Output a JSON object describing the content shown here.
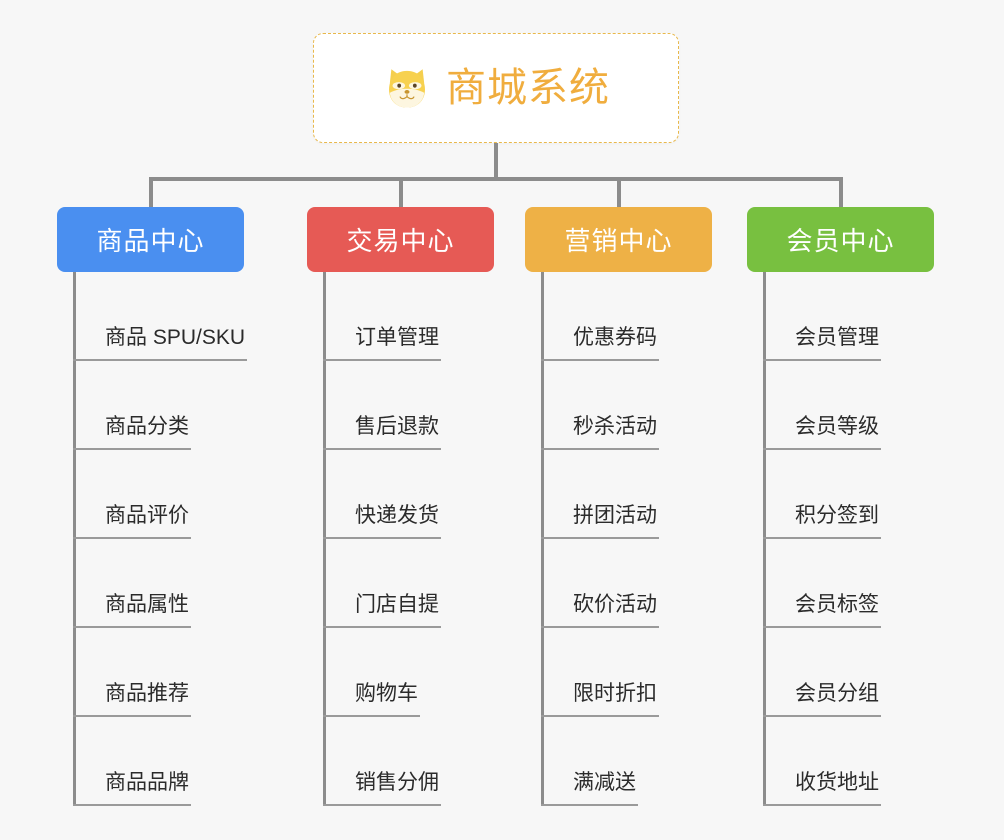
{
  "root": {
    "title": "商城系统",
    "icon": "shiba-dog-face-icon",
    "border_color": "#e8b84b",
    "text_color": "#f0ad3e",
    "background": "#ffffff"
  },
  "canvas": {
    "background": "#f7f7f7",
    "connector_color": "#8c8c8c"
  },
  "columns": [
    {
      "header": "商品中心",
      "color": "#4a8ff0",
      "items": [
        "商品 SPU/SKU",
        "商品分类",
        "商品评价",
        "商品属性",
        "商品推荐",
        "商品品牌"
      ]
    },
    {
      "header": "交易中心",
      "color": "#e65a55",
      "items": [
        "订单管理",
        "售后退款",
        "快递发货",
        "门店自提",
        "购物车",
        "销售分佣"
      ]
    },
    {
      "header": "营销中心",
      "color": "#eeb146",
      "items": [
        "优惠券码",
        "秒杀活动",
        "拼团活动",
        "砍价活动",
        "限时折扣",
        "满减送"
      ]
    },
    {
      "header": "会员中心",
      "color": "#78c040",
      "items": [
        "会员管理",
        "会员等级",
        "积分签到",
        "会员标签",
        "会员分组",
        "收货地址"
      ]
    }
  ]
}
